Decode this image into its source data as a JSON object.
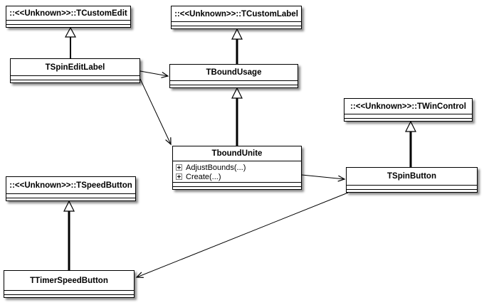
{
  "diagram": {
    "classes": {
      "tcustomedit": {
        "name": "::<<Unknown>>::TCustomEdit"
      },
      "tcustomlabel": {
        "name": "::<<Unknown>>::TCustomLabel"
      },
      "tspineditlabel": {
        "name": "TSpinEditLabel"
      },
      "tboundusage": {
        "name": "TBoundUsage"
      },
      "twincontrol": {
        "name": "::<<Unknown>>::TWinControl"
      },
      "tboundunite": {
        "name": "TboundUnite",
        "members": [
          {
            "icon": "plus-box-icon",
            "label": "AdjustBounds(...)"
          },
          {
            "icon": "plus-box-icon",
            "label": "Create(...)"
          }
        ]
      },
      "tspinbutton": {
        "name": "TSpinButton"
      },
      "tspeedbutton": {
        "name": "::<<Unknown>>::TSpeedButton"
      },
      "ttimerspeedbutton": {
        "name": "TTimerSpeedButton"
      }
    },
    "relations": [
      {
        "type": "generalization",
        "from": "TSpinEditLabel",
        "to": "::<<Unknown>>::TCustomEdit"
      },
      {
        "type": "generalization",
        "from": "TBoundUsage",
        "to": "::<<Unknown>>::TCustomLabel"
      },
      {
        "type": "generalization",
        "from": "TboundUnite",
        "to": "TBoundUsage"
      },
      {
        "type": "generalization",
        "from": "TSpinButton",
        "to": "::<<Unknown>>::TWinControl"
      },
      {
        "type": "generalization",
        "from": "TTimerSpeedButton",
        "to": "::<<Unknown>>::TSpeedButton"
      },
      {
        "type": "association",
        "from": "TSpinEditLabel",
        "to": "TBoundUsage"
      },
      {
        "type": "association",
        "from": "TSpinEditLabel",
        "to": "TboundUnite"
      },
      {
        "type": "association",
        "from": "TboundUnite",
        "to": "TSpinButton"
      },
      {
        "type": "association",
        "from": "TSpinButton",
        "to": "TTimerSpeedButton"
      }
    ],
    "colors": {
      "box_background": "#ffffff",
      "box_border": "#000000",
      "line": "#000000",
      "shadow": "#999999"
    }
  }
}
